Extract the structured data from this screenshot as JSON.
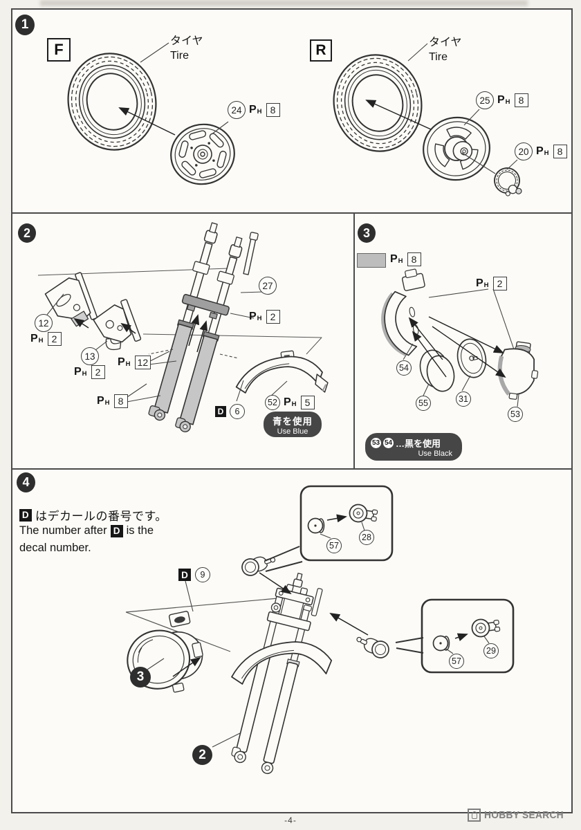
{
  "page": {
    "number": "-4-",
    "watermark": "HOBBY SEARCH"
  },
  "glyphs": {
    "p": "P",
    "h": "H",
    "decal_letter": "D",
    "tire_jp": "タイヤ",
    "tire_en": "Tire"
  },
  "step1": {
    "num": "1",
    "front": "F",
    "rear": "R",
    "front_wheel": {
      "part": "24",
      "screw": "8"
    },
    "rear_wheel": {
      "part": "25",
      "screw": "8"
    },
    "rear_hub": {
      "part": "20",
      "screw": "8"
    }
  },
  "step2": {
    "num": "2",
    "bracket_a": {
      "part": "12",
      "screw": "2"
    },
    "bracket_b": {
      "part": "13",
      "screw": "2"
    },
    "fork_screw": "12",
    "slider_screw": "8",
    "stem_part": "27",
    "clamp_screw": "2",
    "fender": {
      "decal": "6",
      "part": "52",
      "screw": "5"
    },
    "note_blue": {
      "jp": "青を使用",
      "en": "Use Blue"
    }
  },
  "step3": {
    "num": "3",
    "swatch_screw": "8",
    "pivot_screw": "2",
    "brake_panel": "54",
    "drum": "55",
    "disc": "31",
    "cover": "53",
    "note_black": {
      "part_a": "53",
      "part_b": "54",
      "jp": "…黒を使用",
      "en": "Use Black"
    }
  },
  "step4": {
    "num": "4",
    "note": {
      "jp_text": "はデカールの番号です。",
      "en_before": "The number after",
      "en_after": "is the",
      "en_line2": "decal number."
    },
    "headlight_decal": "9",
    "inset_a": {
      "grommet": "57",
      "socket": "28"
    },
    "inset_b": {
      "grommet": "57",
      "socket": "29"
    },
    "ref_headlight": "3",
    "ref_fork": "2"
  }
}
